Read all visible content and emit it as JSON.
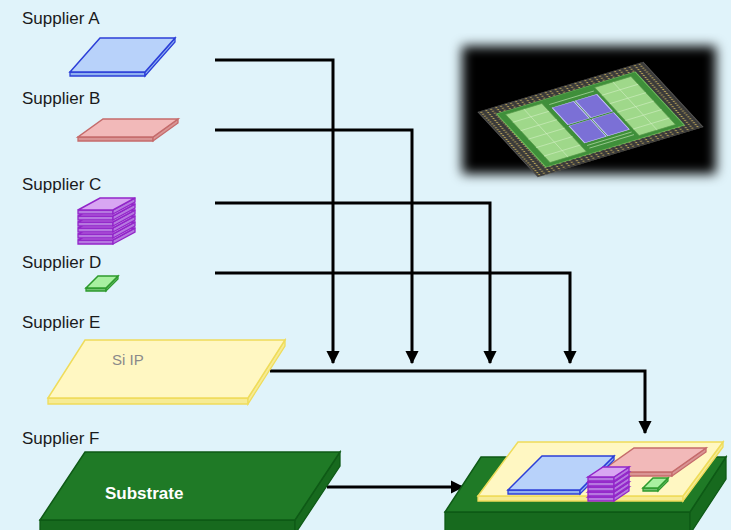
{
  "diagram": {
    "nodes": [
      {
        "text": [
          "Supplier A"
        ]
      },
      {
        "text": [
          "Supplier B"
        ]
      },
      {
        "text": [
          "Supplier C"
        ]
      },
      {
        "text": [
          "Supplier D"
        ]
      },
      {
        "text": [
          "Supplier E",
          "Si IP"
        ]
      },
      {
        "text": [
          "Supplier F",
          "Substrate"
        ]
      }
    ]
  }
}
